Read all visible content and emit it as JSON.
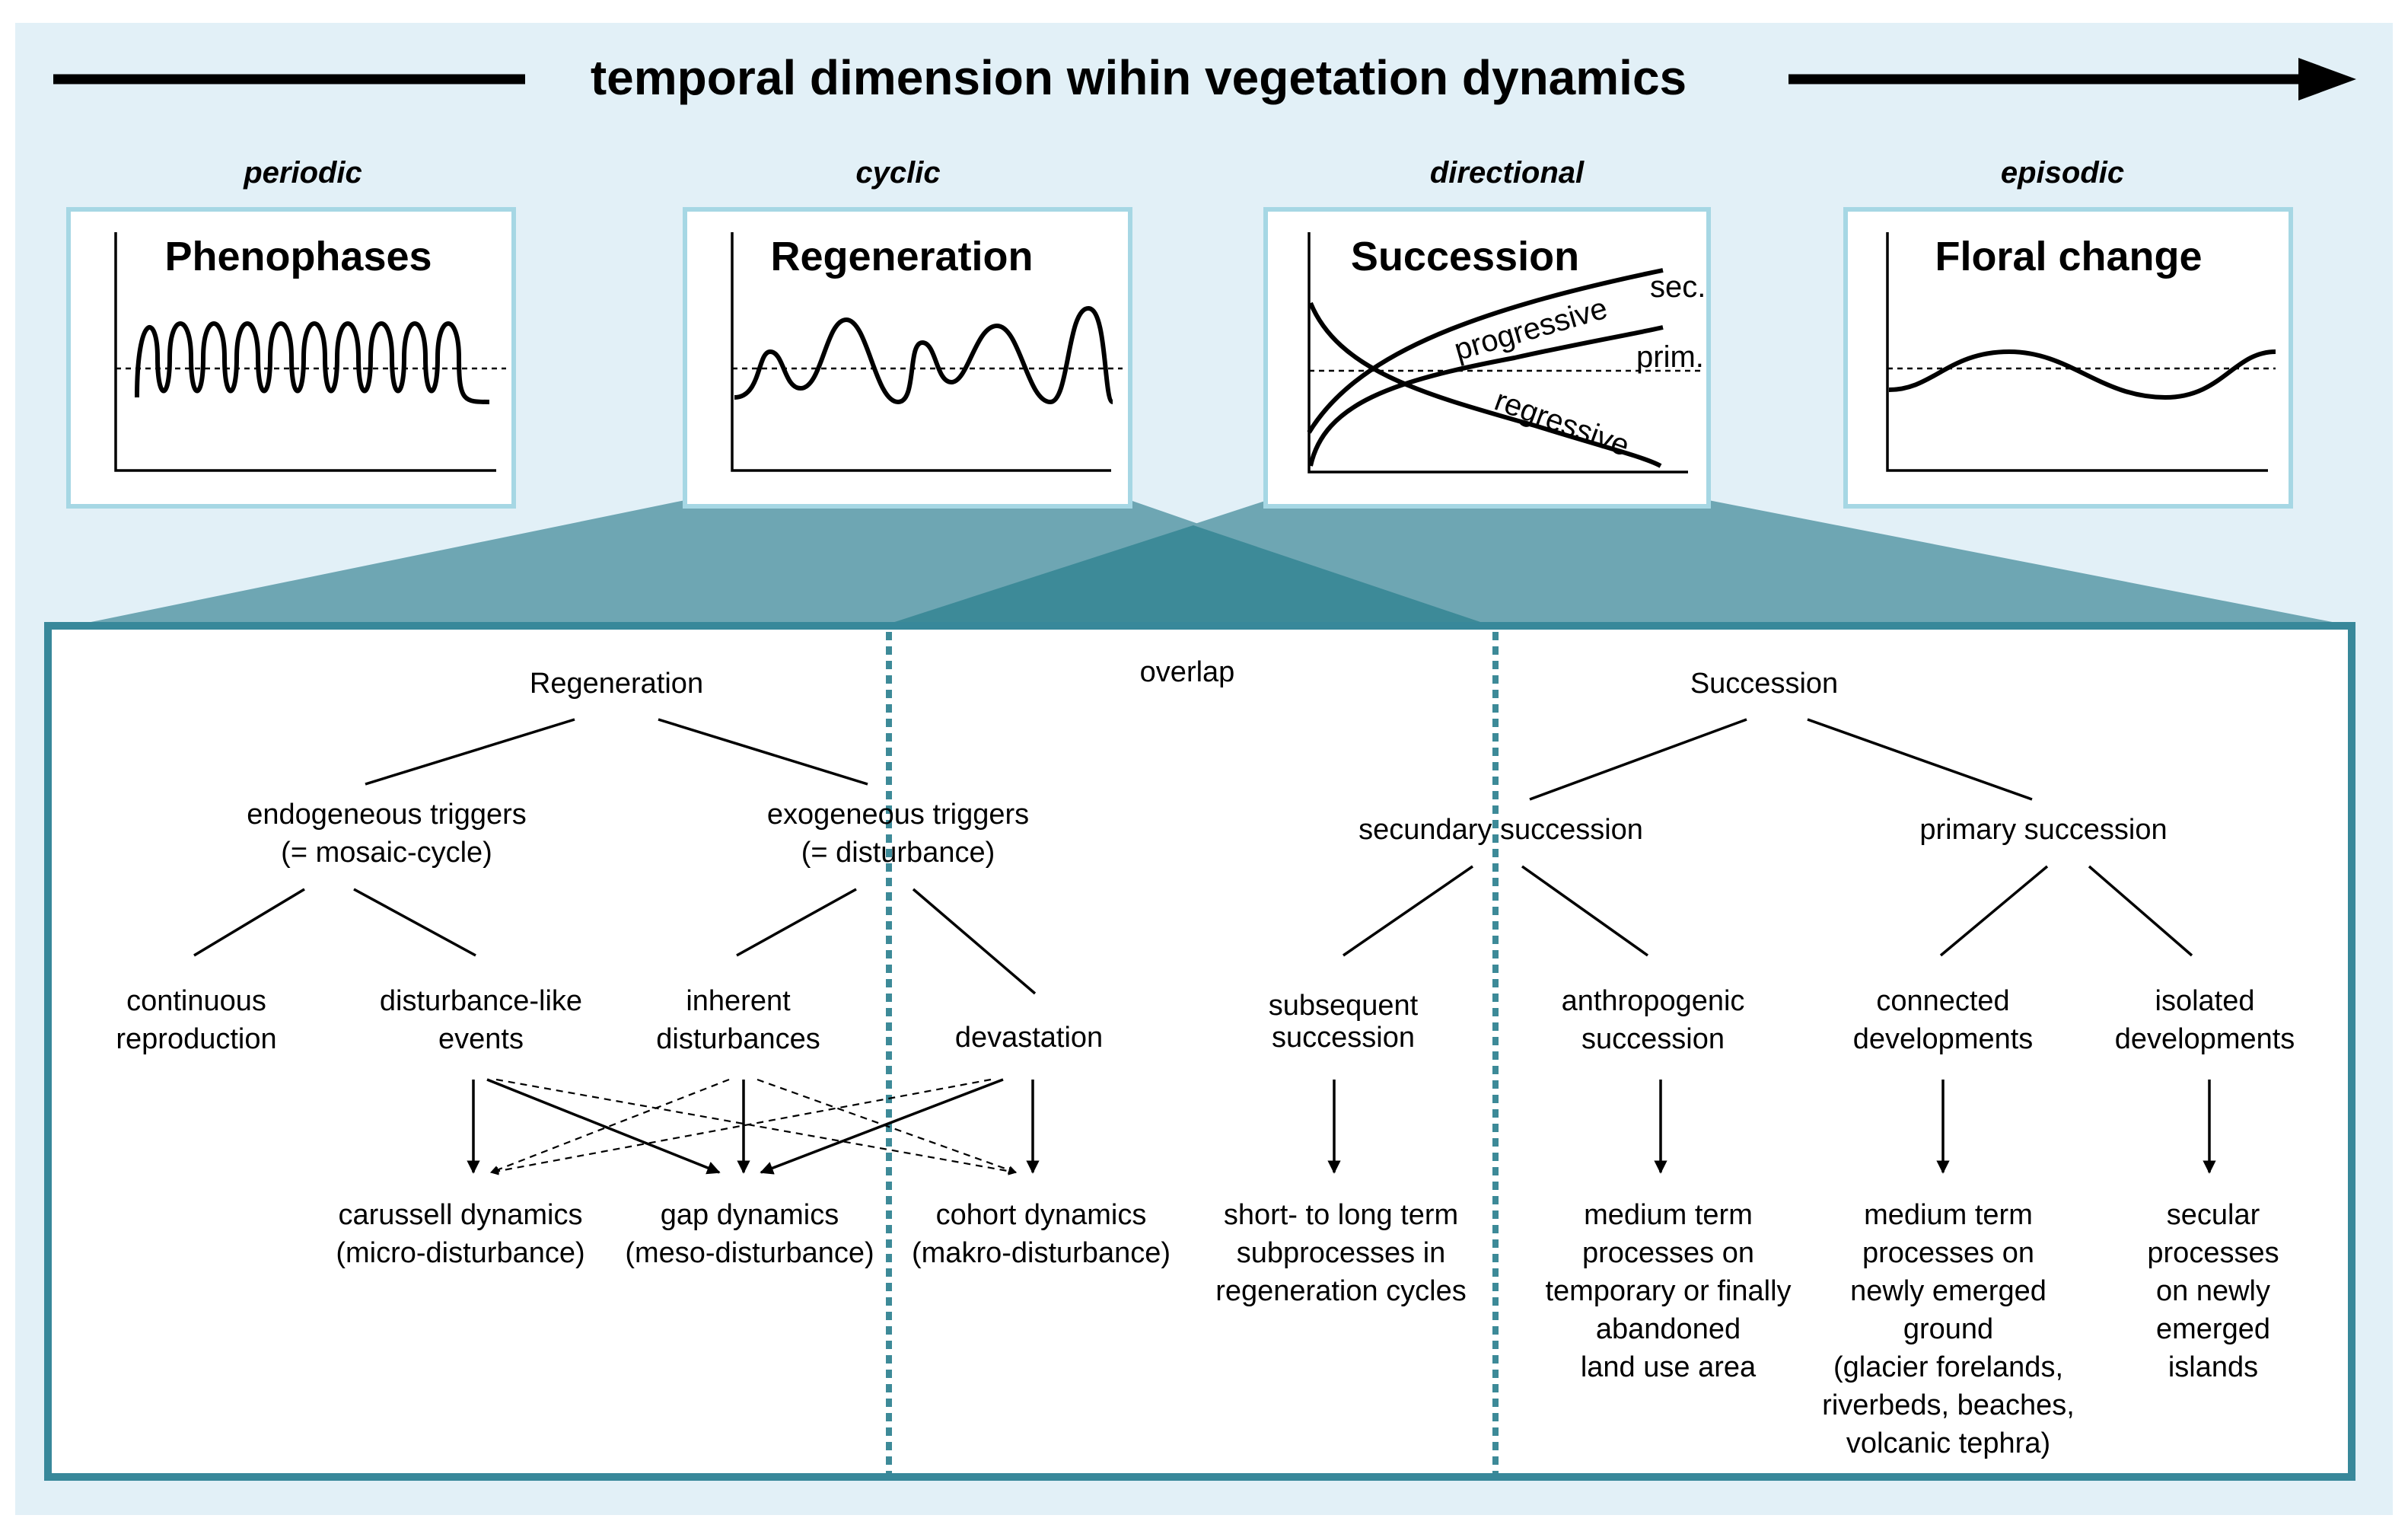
{
  "title": "temporal dimension wihin vegetation dynamics",
  "categories": [
    {
      "label": "periodic",
      "box_title": "Phenophases"
    },
    {
      "label": "cyclic",
      "box_title": "Regeneration"
    },
    {
      "label": "directional",
      "box_title": "Succession"
    },
    {
      "label": "episodic",
      "box_title": "Floral change"
    }
  ],
  "succession_curves": {
    "sec": "sec.",
    "prim": "prim.",
    "progressive": "progressive",
    "regressive": "regressive"
  },
  "detail": {
    "regeneration": "Regeneration",
    "overlap": "overlap",
    "succession": "Succession",
    "endogeneous_1": "endogeneous triggers",
    "endogeneous_2": "(= mosaic-cycle)",
    "exogeneous_1": "exogeneous triggers",
    "exogeneous_2": "(= disturbance)",
    "secundary": "secundary succession",
    "primary": "primary succession",
    "continuous_1": "continuous",
    "continuous_2": "reproduction",
    "dlike_1": "disturbance-like",
    "dlike_2": "events",
    "inherent_1": "inherent",
    "inherent_2": "disturbances",
    "devastation": "devastation",
    "subsequent_1": "subsequent",
    "subsequent_2": "succession",
    "anthropogenic_1": "anthropogenic",
    "anthropogenic_2": "succession",
    "connected_1": "connected",
    "connected_2": "developments",
    "isolated_1": "isolated",
    "isolated_2": "developments",
    "carussell_1": "carussell dynamics",
    "carussell_2": "(micro-disturbance)",
    "gap_1": "gap dynamics",
    "gap_2": "(meso-disturbance)",
    "cohort_1": "cohort dynamics",
    "cohort_2": "(makro-disturbance)",
    "short_1": "short- to long term",
    "short_2": "subprocesses in",
    "short_3": "regeneration cycles",
    "medium_a_1": "medium term",
    "medium_a_2": "processes on",
    "medium_a_3": "temporary or finally",
    "medium_a_4": "abandoned",
    "medium_a_5": "land use area",
    "medium_b_1": "medium term",
    "medium_b_2": "processes on",
    "medium_b_3": "newly emerged",
    "medium_b_4": "ground",
    "medium_b_5": "(glacier forelands,",
    "medium_b_6": "riverbeds, beaches,",
    "medium_b_7": "volcanic tephra)",
    "secular_1": "secular",
    "secular_2": "processes",
    "secular_3": "on newly",
    "secular_4": "emerged",
    "secular_5": "islands"
  },
  "colors": {
    "background": "#e2f0f7",
    "box_border": "#a6d7e4",
    "teal_light": "#6ea6b3",
    "teal_dark": "#3d8a98",
    "detail_border": "#38889a"
  }
}
